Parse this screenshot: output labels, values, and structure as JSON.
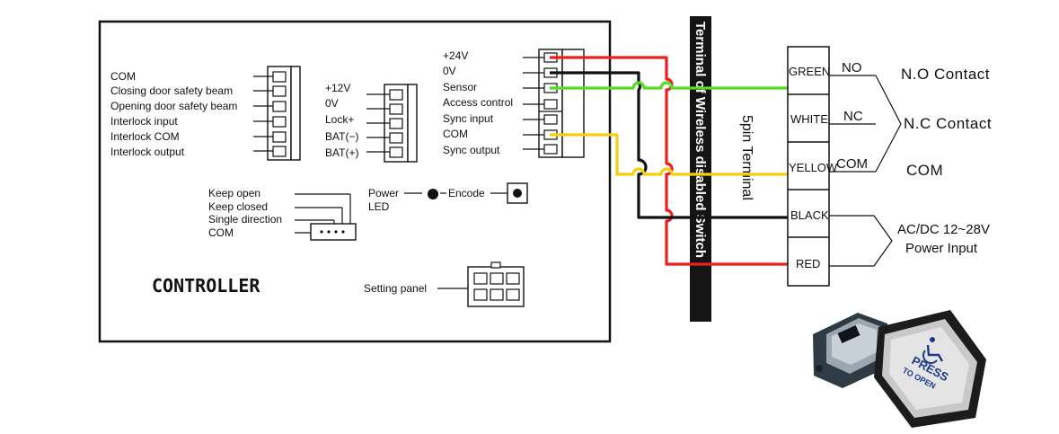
{
  "controller": {
    "title": "CONTROLLER",
    "left_terminal_labels": [
      "COM",
      "Closing door safety beam",
      "Opening door safety beam",
      "Interlock input",
      "Interlock COM",
      "Interlock output"
    ],
    "mid_terminal_labels": [
      "+12V",
      "0V",
      "Lock+",
      "BAT(−)",
      "BAT(+)"
    ],
    "right_terminal_labels": [
      "+24V",
      "0V",
      "Sensor",
      "Access control",
      "Sync input",
      "COM",
      "Sync output"
    ],
    "mode_labels": [
      "Keep open",
      "Keep closed",
      "Single direction",
      "COM"
    ],
    "power_label": "Power",
    "led_label": "LED",
    "encode_label": "Encode",
    "setting_panel_label": "Setting panel"
  },
  "wireless_terminal_label": "Terminal of Wireless disabled Switch",
  "five_pin_label": "5pin Terminal",
  "switch_pins": [
    "GREEN",
    "WHITE",
    "YELLOW",
    "BLACK",
    "RED"
  ],
  "contacts": {
    "no_short": "NO",
    "nc_short": "NC",
    "com_short": "COM",
    "no_long": "N.O Contact",
    "nc_long": "N.C Contact",
    "com_long": "COM",
    "power_line1": "AC/DC 12~28V",
    "power_line2": "Power Input"
  },
  "product_button": {
    "line1": "PRESS",
    "line2": "TO OPEN"
  },
  "wire_colors": {
    "red": "#e8201f",
    "black": "#111111",
    "green": "#55dd22",
    "yellow": "#f7cd14"
  }
}
